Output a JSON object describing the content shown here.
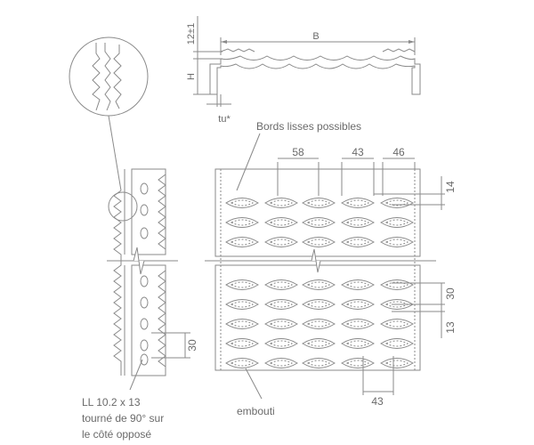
{
  "drawing": {
    "line_color": "#8a8a8a",
    "text_color": "#6a6a6a",
    "background": "#ffffff"
  },
  "profile_view": {
    "dim_width": "B",
    "dim_lip": "12±1",
    "dim_height": "H",
    "dim_thickness": "tu*"
  },
  "plan_view": {
    "dim_pitch_a": "58",
    "dim_pitch_b": "43",
    "dim_pitch_c": "46",
    "dim_edge": "14",
    "dim_row_pitch": "30",
    "dim_row_gap": "13",
    "dim_bottom": "43",
    "note_edges": "Bords lisses possibles",
    "note_end": "embouti"
  },
  "side_view": {
    "dim_hole_pitch": "30",
    "hole_note_line1": "LL 10.2 x 13",
    "hole_note_line2": "tourné de 90° sur",
    "hole_note_line3": "le côté opposé"
  }
}
